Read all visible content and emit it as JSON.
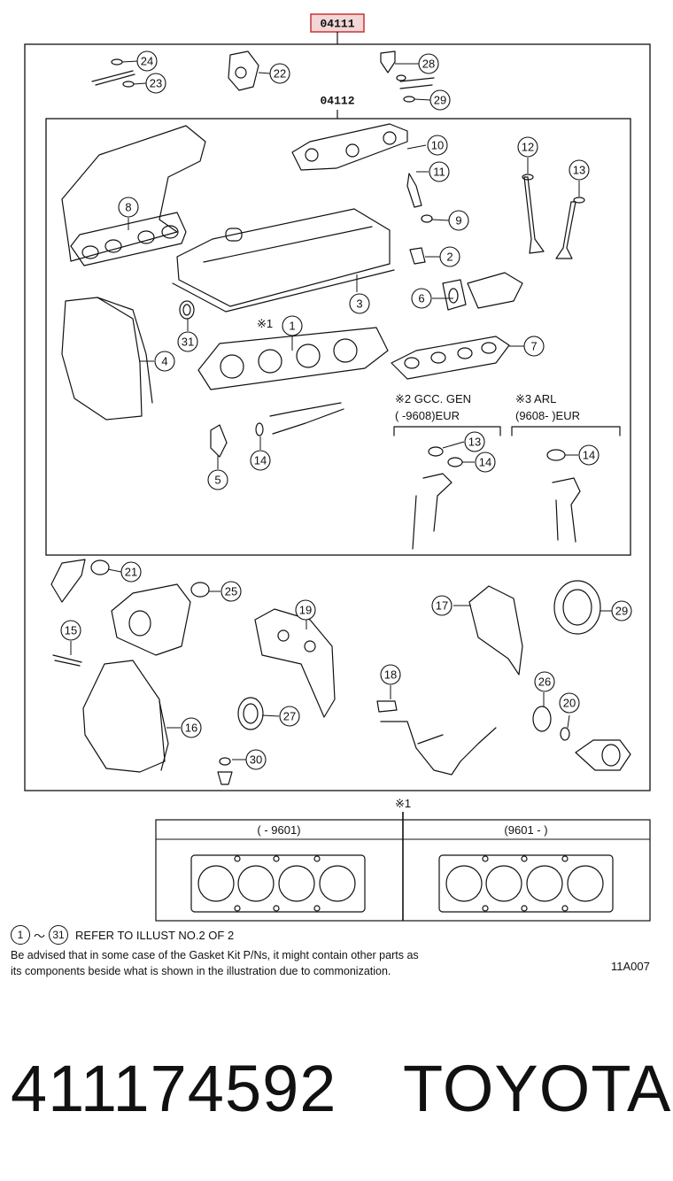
{
  "header": {
    "kit_code": "04111",
    "sub_kit_code": "04112",
    "figure_code": "11A007"
  },
  "callouts": [
    "2",
    "3",
    "4",
    "5",
    "6",
    "7",
    "8",
    "9",
    "10",
    "11",
    "12",
    "13",
    "13",
    "14",
    "14",
    "14",
    "15",
    "16",
    "17",
    "18",
    "19",
    "20",
    "21",
    "22",
    "23",
    "24",
    "25",
    "26",
    "27",
    "28",
    "29",
    "29",
    "30",
    "31",
    "1"
  ],
  "notes": {
    "mark1": "※1",
    "mark2": "※2  GCC. GEN",
    "mark2_range": "(        -9608)EUR",
    "mark3": "※3  ARL",
    "mark3_range": "(9608-         )EUR",
    "mark1_bottom": "※1"
  },
  "variants": [
    {
      "label": "(        - 9601)"
    },
    {
      "label": "(9601 -        )"
    }
  ],
  "footer": {
    "ref_start": "1",
    "ref_tilde": "～",
    "ref_end": "31",
    "ref_text": "REFER TO ILLUST NO.2 OF 2",
    "line1": "Be advised that in some case of the Gasket Kit P/Ns,  it might contain other parts as",
    "line2": "its components beside what is shown in the illustration due to commonization."
  },
  "part_number": "411174592",
  "brand": "TOYOTA"
}
